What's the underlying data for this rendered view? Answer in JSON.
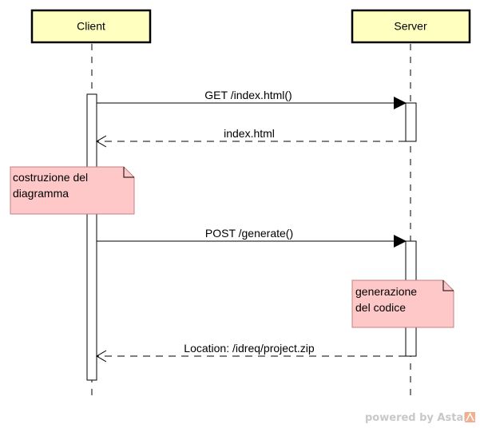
{
  "diagram": {
    "type": "sequence",
    "participants": [
      {
        "id": "client",
        "label": "Client"
      },
      {
        "id": "server",
        "label": "Server"
      }
    ],
    "messages": [
      {
        "label": "GET /index.html()",
        "from": "client",
        "to": "server",
        "kind": "synchronous"
      },
      {
        "label": "index.html",
        "from": "server",
        "to": "client",
        "kind": "return"
      },
      {
        "label": "POST /generate()",
        "from": "client",
        "to": "server",
        "kind": "synchronous"
      },
      {
        "label": "Location: /idreq/project.zip",
        "from": "server",
        "to": "client",
        "kind": "return"
      }
    ],
    "notes": [
      {
        "lines": [
          "costruzione del",
          "diagramma"
        ],
        "attached_to": "client"
      },
      {
        "lines": [
          "generazione",
          "del codice"
        ],
        "attached_to": "server"
      }
    ],
    "watermark": "powered by Astah",
    "colors": {
      "participant_fill": "#ffffc0",
      "note_fill": "#ffc8c8",
      "note_border": "#c08080",
      "line": "#000000"
    }
  }
}
